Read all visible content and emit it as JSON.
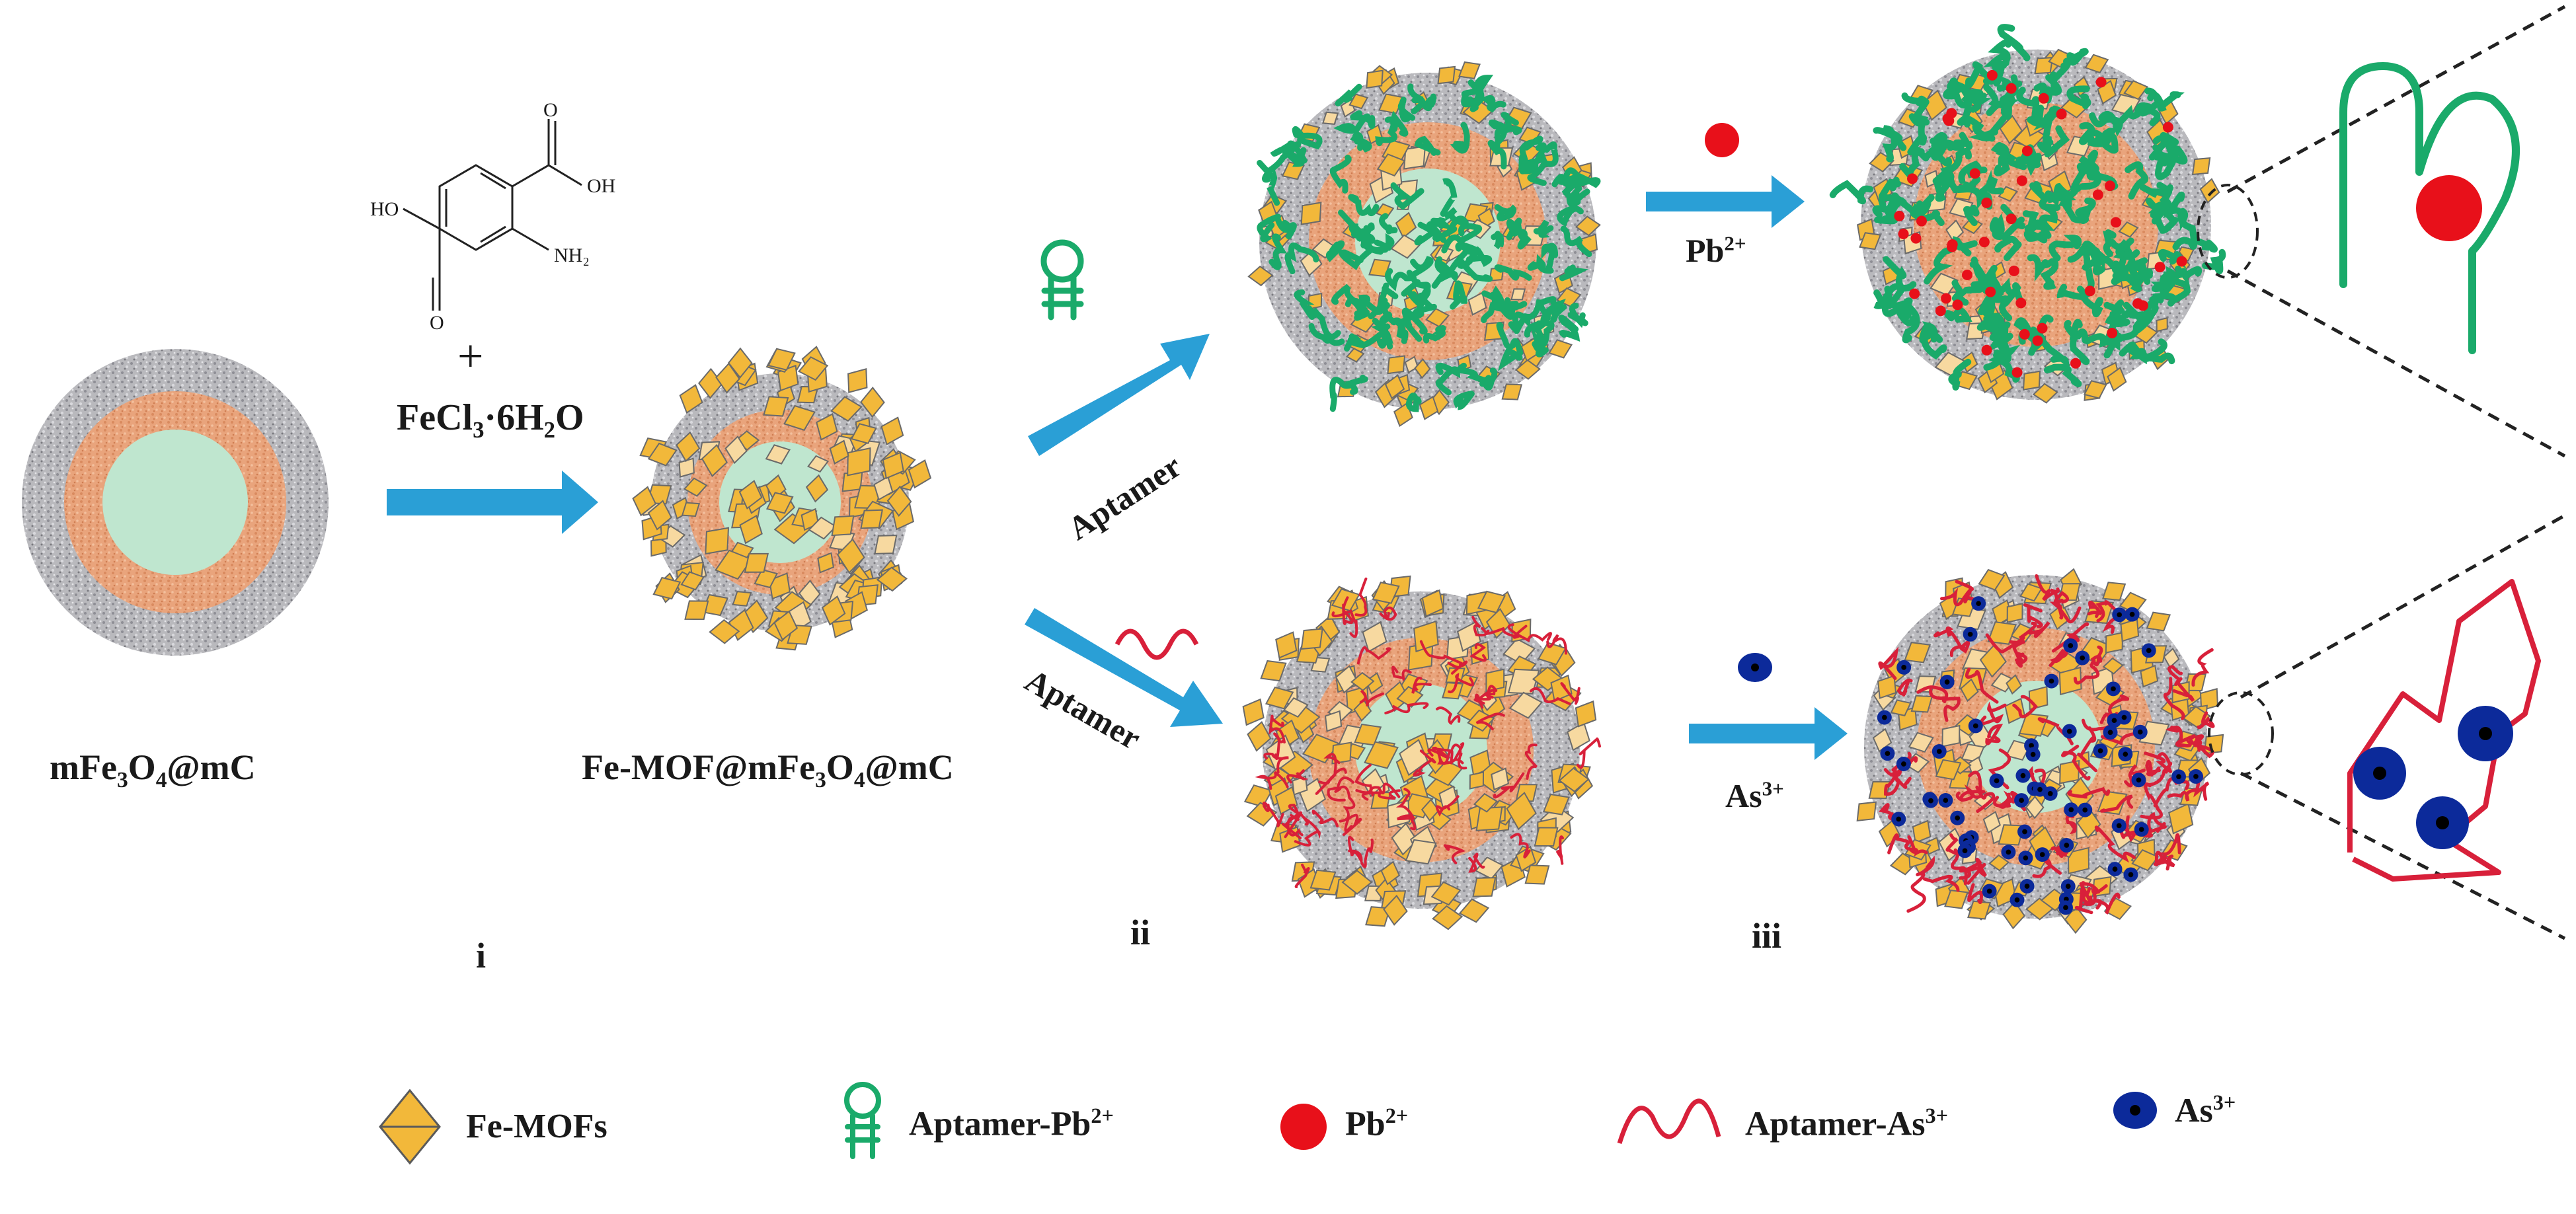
{
  "reagents": {
    "structure": {
      "cooh_top": "O",
      "cooh_top_oh": "OH",
      "cooh_left": "HO",
      "cooh_left_o": "O",
      "amine": "NH₂"
    },
    "plus": "+",
    "salt_main": "FeCl",
    "salt_sub": "3",
    "salt_rest": "·6H",
    "salt_sub2": "2",
    "salt_end": "O"
  },
  "labels": {
    "core_main": "mFe",
    "core_sub1": "3",
    "core_mid": "O",
    "core_sub2": "4",
    "core_end": "@mC",
    "mof_pre": "Fe-MOF@mFe",
    "mof_sub1": "3",
    "mof_mid": "O",
    "mof_sub2": "4",
    "mof_end": "@mC",
    "aptamer_top": "Aptamer",
    "aptamer_bottom": "Aptamer",
    "pb_ion": "Pb",
    "pb_charge": "2+",
    "as_ion": "As",
    "as_charge": "3+",
    "step_i": "i",
    "step_ii": "ii",
    "step_iii": "iii"
  },
  "legend": [
    {
      "label": "Fe-MOFs",
      "sup": "",
      "icon": "diamond-icon"
    },
    {
      "label": "Aptamer-Pb",
      "sup": "2+",
      "icon": "hairpin-aptamer-icon"
    },
    {
      "label": "Pb",
      "sup": "2+",
      "icon": "red-ion-icon"
    },
    {
      "label": "Aptamer-As",
      "sup": "3+",
      "icon": "wave-aptamer-icon"
    },
    {
      "label": "As",
      "sup": "3+",
      "icon": "blue-ion-icon"
    }
  ],
  "colors": {
    "core": "#bfe6cf",
    "orange_shell": "#e8a37a",
    "gray_shell": "#b8b8b8",
    "mof_yellow": "#f2b83a",
    "mof_light": "#f7d9a0",
    "arrow": "#2a9fd6",
    "aptamer_green": "#1aaa6a",
    "aptamer_red": "#d8203a",
    "pb_red": "#e8101a",
    "as_blue": "#0c2a9a"
  }
}
